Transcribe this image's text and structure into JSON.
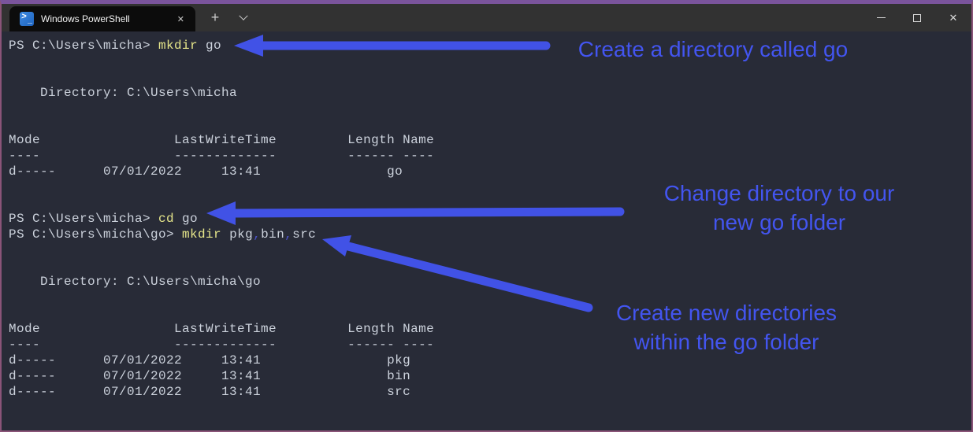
{
  "titlebar": {
    "tab": {
      "title": "Windows PowerShell",
      "close_glyph": "✕",
      "icon": {
        "arrow": ">",
        "underscore": "_"
      }
    },
    "new_tab_glyph": "+",
    "window_close_glyph": "✕"
  },
  "colors": {
    "terminal_background": "#282b37",
    "terminal_foreground": "#ccd2dc",
    "command_yellow": "#e5e58a",
    "operator_blue": "#4b51c6",
    "annotation_blue": "#4355f0",
    "arrow_blue": "#4152e6",
    "window_border_top": "#7a549c",
    "window_border_side": "#8a5478",
    "titlebar_background": "#323232",
    "tab_background": "#0c0c0c"
  },
  "terminal": {
    "lines": [
      [
        {
          "t": "PS C:\\Users\\micha> ",
          "c": "fg"
        },
        {
          "t": "mkdir",
          "c": "cmd"
        },
        {
          "t": " go",
          "c": "fg"
        }
      ],
      [],
      [],
      [
        {
          "t": "    Directory: C:\\Users\\micha",
          "c": "fg"
        }
      ],
      [],
      [],
      [
        {
          "t": "Mode                 LastWriteTime         Length Name",
          "c": "fg"
        }
      ],
      [
        {
          "t": "----                 -------------         ------ ----",
          "c": "fg"
        }
      ],
      [
        {
          "t": "d-----      07/01/2022     13:41                go",
          "c": "fg"
        }
      ],
      [],
      [],
      [
        {
          "t": "PS C:\\Users\\micha> ",
          "c": "fg"
        },
        {
          "t": "cd",
          "c": "cmd"
        },
        {
          "t": " go",
          "c": "fg"
        }
      ],
      [
        {
          "t": "PS C:\\Users\\micha\\go> ",
          "c": "fg"
        },
        {
          "t": "mkdir",
          "c": "cmd"
        },
        {
          "t": " pkg",
          "c": "fg"
        },
        {
          "t": ",",
          "c": "op"
        },
        {
          "t": "bin",
          "c": "fg"
        },
        {
          "t": ",",
          "c": "op"
        },
        {
          "t": "src",
          "c": "fg"
        }
      ],
      [],
      [],
      [
        {
          "t": "    Directory: C:\\Users\\micha\\go",
          "c": "fg"
        }
      ],
      [],
      [],
      [
        {
          "t": "Mode                 LastWriteTime         Length Name",
          "c": "fg"
        }
      ],
      [
        {
          "t": "----                 -------------         ------ ----",
          "c": "fg"
        }
      ],
      [
        {
          "t": "d-----      07/01/2022     13:41                pkg",
          "c": "fg"
        }
      ],
      [
        {
          "t": "d-----      07/01/2022     13:41                bin",
          "c": "fg"
        }
      ],
      [
        {
          "t": "d-----      07/01/2022     13:41                src",
          "c": "fg"
        }
      ]
    ]
  },
  "annotations": [
    {
      "lines": [
        "Create a directory called go"
      ]
    },
    {
      "lines": [
        "Change directory to our",
        "new go folder"
      ]
    },
    {
      "lines": [
        "Create new directories",
        "within the go folder"
      ]
    }
  ]
}
